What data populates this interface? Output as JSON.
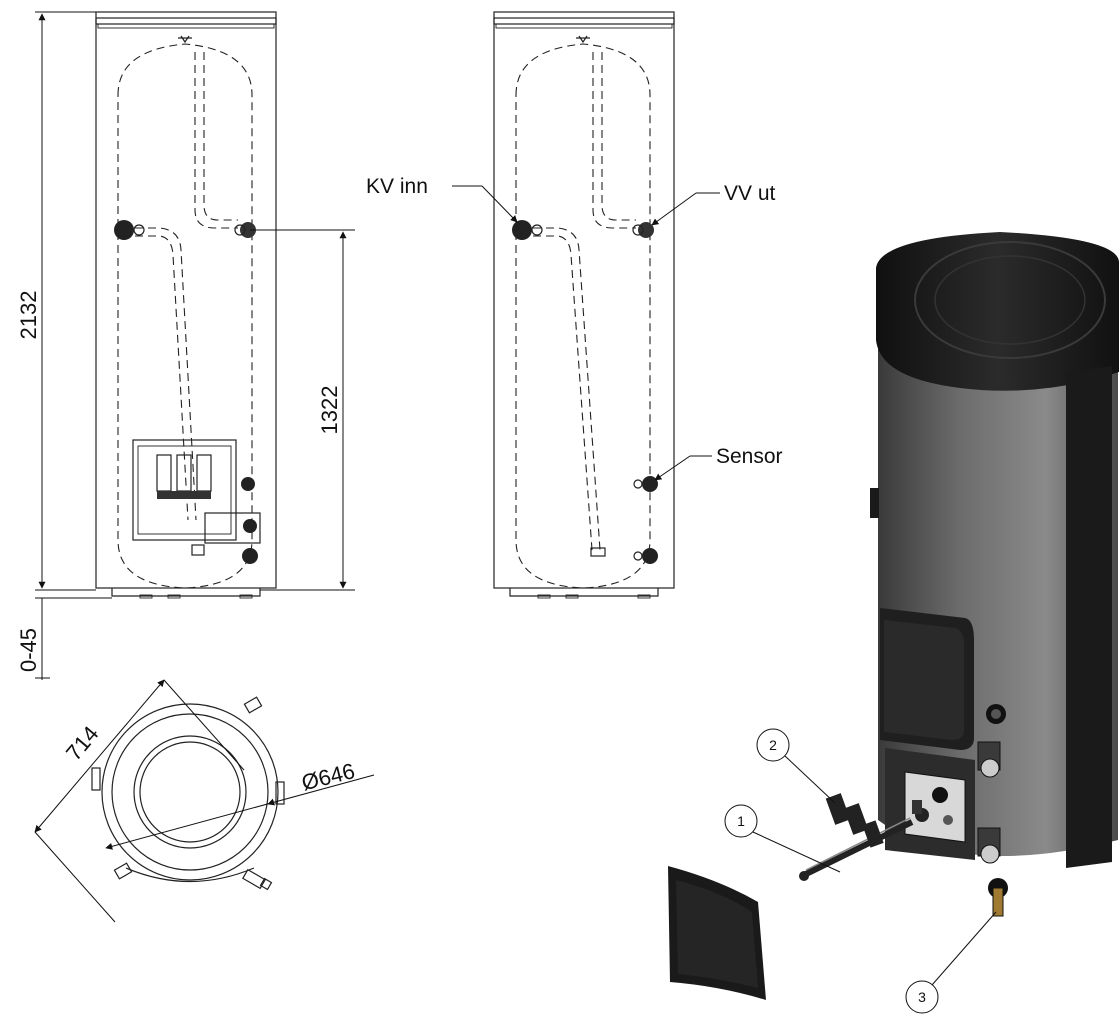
{
  "dimensions": {
    "total_height": "2132",
    "connection_height": "1322",
    "feet_adjust": "0-45",
    "top_width": "714",
    "diameter": "Ø646"
  },
  "labels": {
    "cold_in": "KV inn",
    "hot_out": "VV ut",
    "sensor": "Sensor"
  },
  "callouts": [
    "1",
    "2",
    "3"
  ],
  "colors": {
    "line": "#222222",
    "tank_body": "#6b6b6b",
    "tank_top": "#1c1c1c"
  }
}
